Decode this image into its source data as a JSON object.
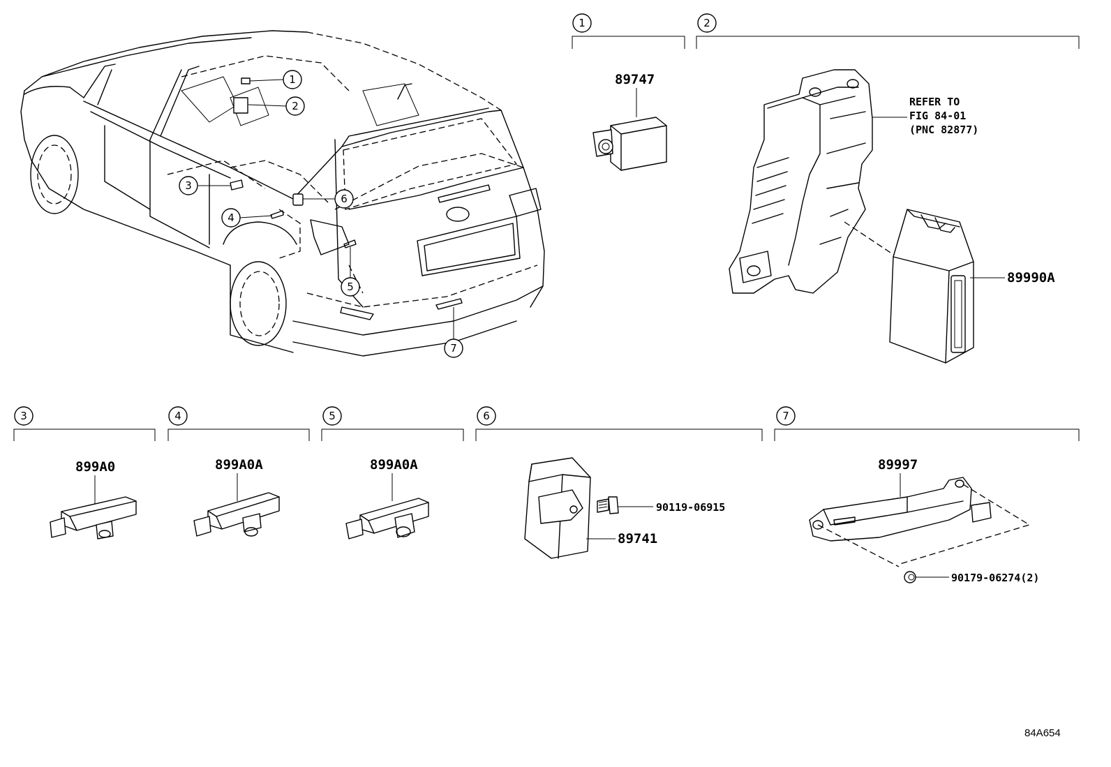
{
  "diagram_code": "84A654",
  "callouts": [
    "1",
    "2",
    "3",
    "4",
    "5",
    "6",
    "7"
  ],
  "sections": [
    {
      "num": "1",
      "parts": [
        "89747"
      ]
    },
    {
      "num": "2",
      "parts": [
        "89990A"
      ],
      "note": [
        "REFER TO",
        "FIG 84-01",
        "(PNC 82877)"
      ]
    },
    {
      "num": "3",
      "parts": [
        "899A0"
      ]
    },
    {
      "num": "4",
      "parts": [
        "899A0A"
      ]
    },
    {
      "num": "5",
      "parts": [
        "899A0A"
      ]
    },
    {
      "num": "6",
      "parts": [
        "89741",
        "90119-06915"
      ]
    },
    {
      "num": "7",
      "parts": [
        "89997",
        "90179-06274(2)"
      ]
    }
  ]
}
